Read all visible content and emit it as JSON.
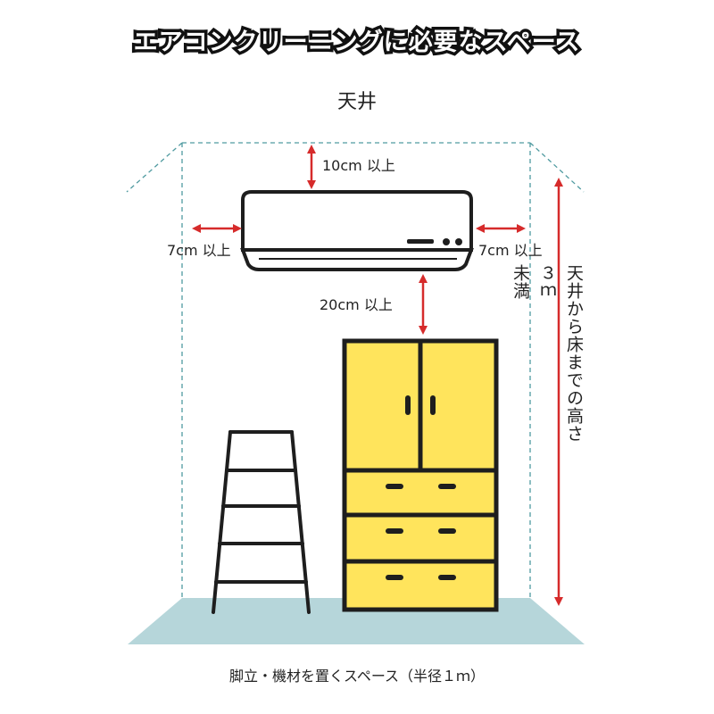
{
  "title": "エアコンクリーニングに必要なスペース",
  "ceiling_label": "天井",
  "clearance": {
    "top": "10cm 以上",
    "left": "7cm 以上",
    "right": "7cm 以上",
    "bottom": "20cm 以上"
  },
  "height_note": {
    "line1": "天井から床までの高さ",
    "value": "３ｍ",
    "line2": "未満"
  },
  "floor_note": "脚立・機材を置くスペース（半径１ｍ）",
  "colors": {
    "arrow": "#d62b2b",
    "cabinet_fill": "#ffe45c",
    "outline": "#1e1e1e",
    "floor": "#b6d6da",
    "guide": "#4f9aa0"
  },
  "icons": [
    "air-conditioner-icon",
    "cabinet-icon",
    "stepladder-icon"
  ]
}
